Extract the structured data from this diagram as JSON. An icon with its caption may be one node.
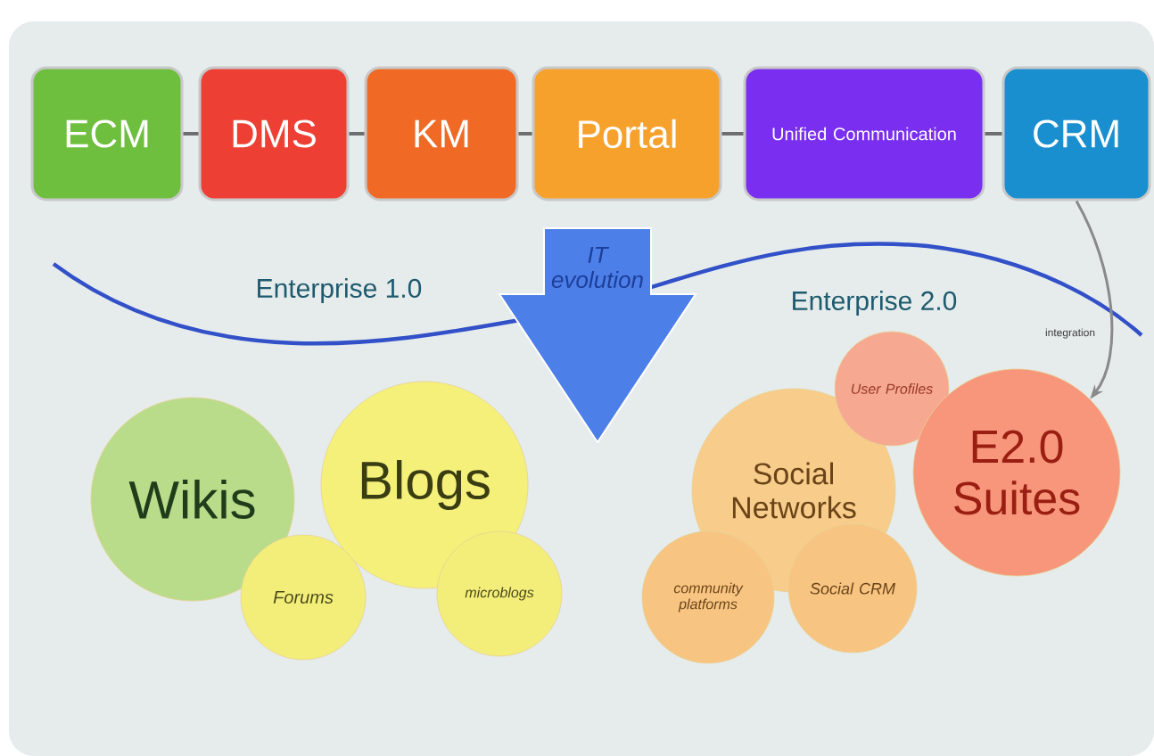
{
  "diagram": {
    "nodes": [
      {
        "text": [
          "ECM"
        ]
      },
      {
        "text": [
          "DMS"
        ]
      },
      {
        "text": [
          "KM"
        ]
      },
      {
        "text": [
          "Portal"
        ]
      },
      {
        "text": [
          "Unified Communication"
        ]
      },
      {
        "text": [
          "CRM"
        ]
      },
      {
        "text": [
          "IT evolution"
        ]
      },
      {
        "text": [
          "Wikis"
        ]
      },
      {
        "text": [
          "Blogs"
        ]
      },
      {
        "text": [
          "Forums"
        ]
      },
      {
        "text": [
          "microblogs"
        ]
      },
      {
        "text": [
          "Social Networks"
        ]
      },
      {
        "text": [
          "User Profiles"
        ]
      },
      {
        "text": [
          "E2.0 Suites"
        ]
      },
      {
        "text": [
          "community platforms"
        ]
      },
      {
        "text": [
          "Social CRM"
        ]
      }
    ],
    "edges": [
      {
        "from": 0,
        "to": 1,
        "arrow": "none"
      },
      {
        "from": 1,
        "to": 2,
        "arrow": "none"
      },
      {
        "from": 2,
        "to": 3,
        "arrow": "none"
      },
      {
        "from": 3,
        "to": 4,
        "arrow": "none"
      },
      {
        "from": 4,
        "to": 5,
        "arrow": "none"
      },
      {
        "from": 5,
        "to": 13,
        "arrow": "to",
        "label": "integration",
        "color": "#8a8a8a"
      }
    ],
    "labels": [
      "Enterprise 1.0",
      "Enterprise 2.0"
    ]
  }
}
